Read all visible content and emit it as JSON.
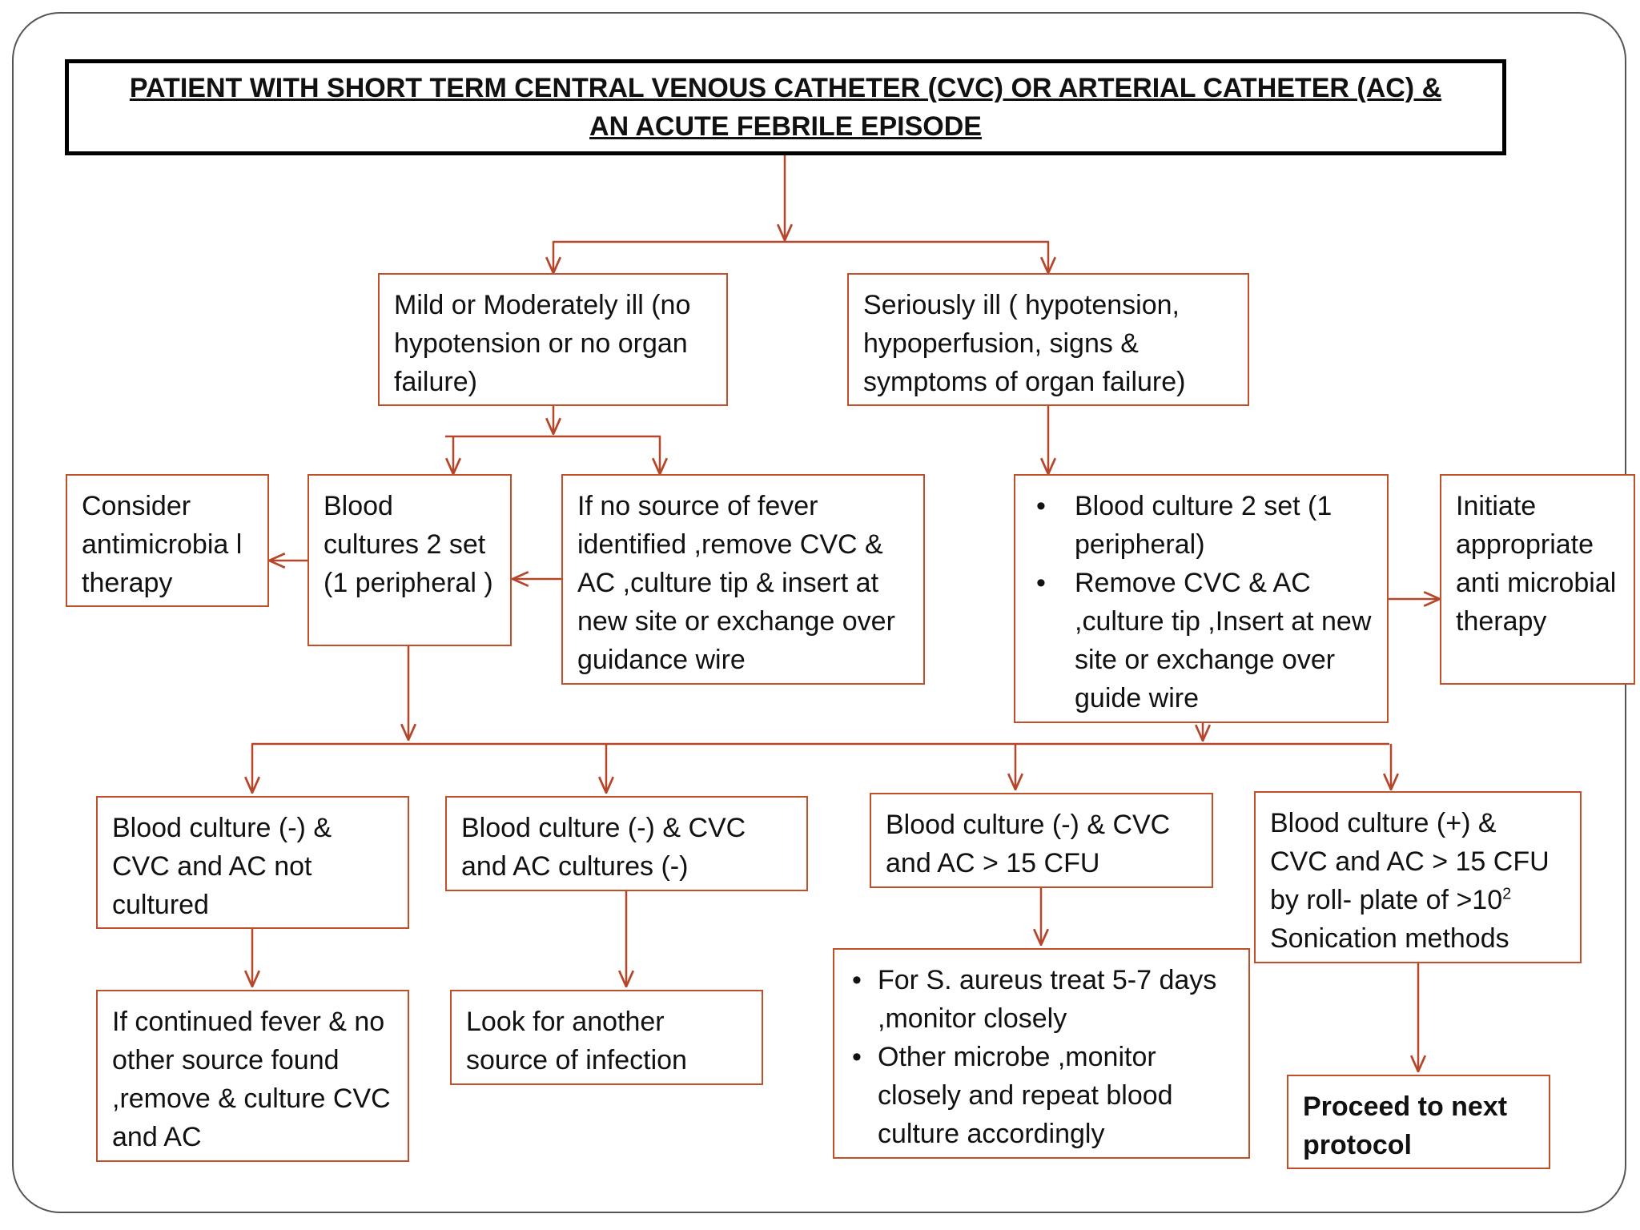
{
  "title": {
    "line1": "PATIENT WITH SHORT TERM CENTRAL VENOUS CATHETER (CVC) OR ARTERIAL CATHETER (AC) &",
    "line2": "AN ACUTE FEBRILE EPISODE"
  },
  "colors": {
    "box_border": "#c0502a",
    "connector": "#b5462a",
    "title_border": "#000000"
  },
  "nodes": {
    "mild": "Mild or Moderately ill (no hypotension or no organ failure)",
    "serious": "Seriously ill ( hypotension, hypoperfusion, signs  & symptoms of organ failure)",
    "consider_antimicrobial": "Consider antimicrobia l therapy",
    "blood_cultures_mild": "Blood cultures  2 set (1 peripheral )",
    "no_source": "If no source of fever identified ,remove CVC & AC ,culture tip & insert at new site or exchange over guidance wire",
    "serious_actions": [
      "Blood culture  2 set (1 peripheral)",
      "Remove CVC & AC ,culture tip ,Insert at new site or exchange over guide wire"
    ],
    "initiate_therapy": "Initiate appropriate anti microbial therapy",
    "bc_neg_not_cultured": "Blood culture  (-) & CVC and AC not cultured",
    "bc_neg_cultures_neg": "Blood culture  (-) &  CVC and AC cultures (-)",
    "bc_neg_gt15": "Blood culture  (-) & CVC and AC  > 15 CFU",
    "bc_pos": {
      "line1": "Blood culture  (+) &",
      "line2": "CVC and AC > 15 CFU",
      "line3_prefix": "by roll- plate of  >10",
      "line3_sup": "2",
      "line4": "Sonication methods"
    },
    "continued_fever": "If continued fever & no other source found ,remove & culture CVC and AC",
    "look_another": "Look for another source of infection",
    "s_aureus": [
      "For S. aureus treat 5-7 days ,monitor closely",
      "Other microbe  ,monitor closely and repeat blood culture  accordingly"
    ],
    "proceed": "Proceed to next protocol"
  }
}
